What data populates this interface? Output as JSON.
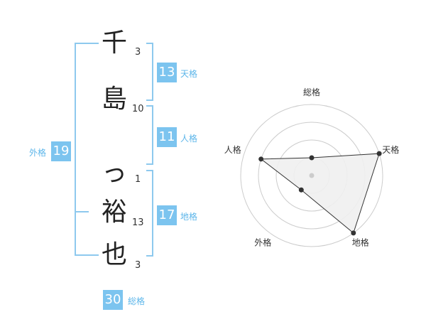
{
  "name": {
    "chars": [
      {
        "char": "千",
        "strokes": "3"
      },
      {
        "char": "島",
        "strokes": "10"
      },
      {
        "char": "っ",
        "strokes": "1"
      },
      {
        "char": "裕",
        "strokes": "13"
      },
      {
        "char": "也",
        "strokes": "3"
      }
    ]
  },
  "fortune": {
    "tenkaku": {
      "value": "13",
      "label": "天格"
    },
    "jinkaku": {
      "value": "11",
      "label": "人格"
    },
    "chikaku": {
      "value": "17",
      "label": "地格"
    },
    "gaikaku": {
      "value": "19",
      "label": "外格"
    },
    "soukaku": {
      "value": "30",
      "label": "総格"
    }
  },
  "chart_data": {
    "type": "radar",
    "axes": [
      "総格",
      "天格",
      "地格",
      "外格",
      "人格"
    ],
    "values": [
      1,
      4,
      4,
      1,
      3
    ],
    "rmax": 4,
    "rings": 4,
    "colors": {
      "fill": "#f0f0f0",
      "line": "#333333",
      "grid": "#cccccc",
      "center": "#cccccc"
    }
  },
  "colors": {
    "accent": "#7cc4ef",
    "bracket": "#8ec9ee"
  }
}
